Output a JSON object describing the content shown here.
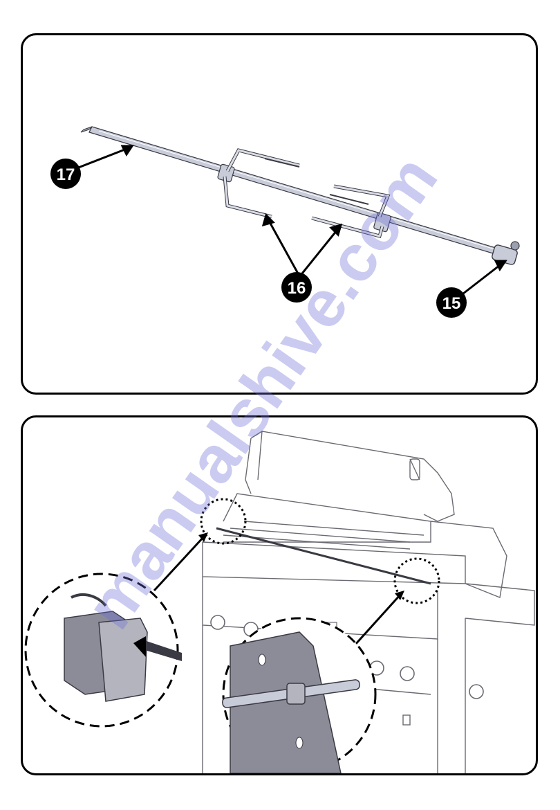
{
  "watermark": {
    "text": "manualshive.com",
    "color": "#6b6bd6"
  },
  "callouts": {
    "rod": "17",
    "forks": "16",
    "handle": "15"
  },
  "colors": {
    "border": "#000000",
    "part_fill": "#c8ccd8",
    "part_stroke": "#3a3a44",
    "callout_fill": "#000000",
    "callout_text": "#ffffff"
  }
}
